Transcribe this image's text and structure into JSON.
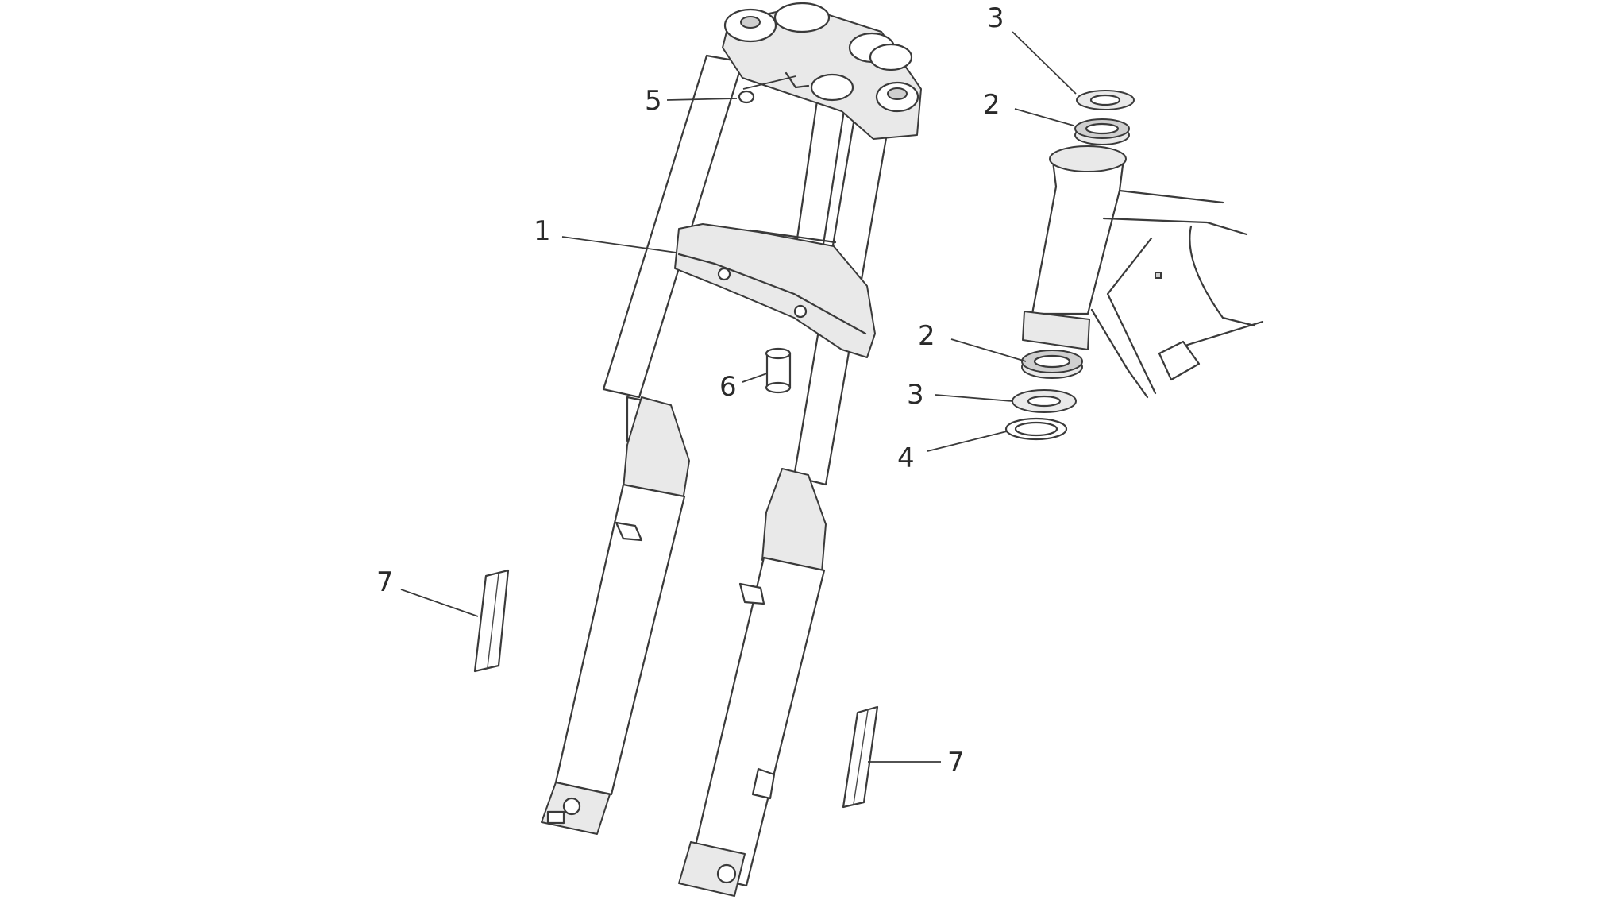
{
  "callouts": [
    {
      "id": "c1",
      "label": "1"
    },
    {
      "id": "c2a",
      "label": "2"
    },
    {
      "id": "c2b",
      "label": "2"
    },
    {
      "id": "c3a",
      "label": "3"
    },
    {
      "id": "c3b",
      "label": "3"
    },
    {
      "id": "c4",
      "label": "4"
    },
    {
      "id": "c5",
      "label": "5"
    },
    {
      "id": "c6",
      "label": "6"
    },
    {
      "id": "c7a",
      "label": "7"
    },
    {
      "id": "c7b",
      "label": "7"
    }
  ],
  "colors": {
    "line": "#3a3a3a",
    "background": "#ffffff",
    "shade": "#e9e9e9"
  }
}
